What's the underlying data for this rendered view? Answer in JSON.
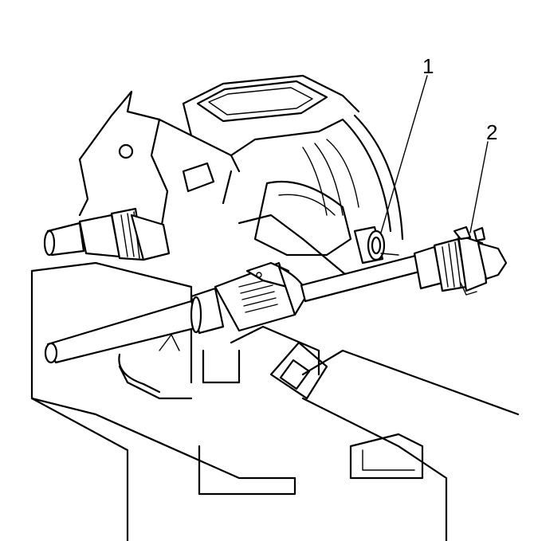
{
  "callouts": [
    {
      "id": "callout-1",
      "label": "1"
    },
    {
      "id": "callout-2",
      "label": "2"
    }
  ],
  "colors": {
    "line": "#000000",
    "background": "#ffffff"
  }
}
